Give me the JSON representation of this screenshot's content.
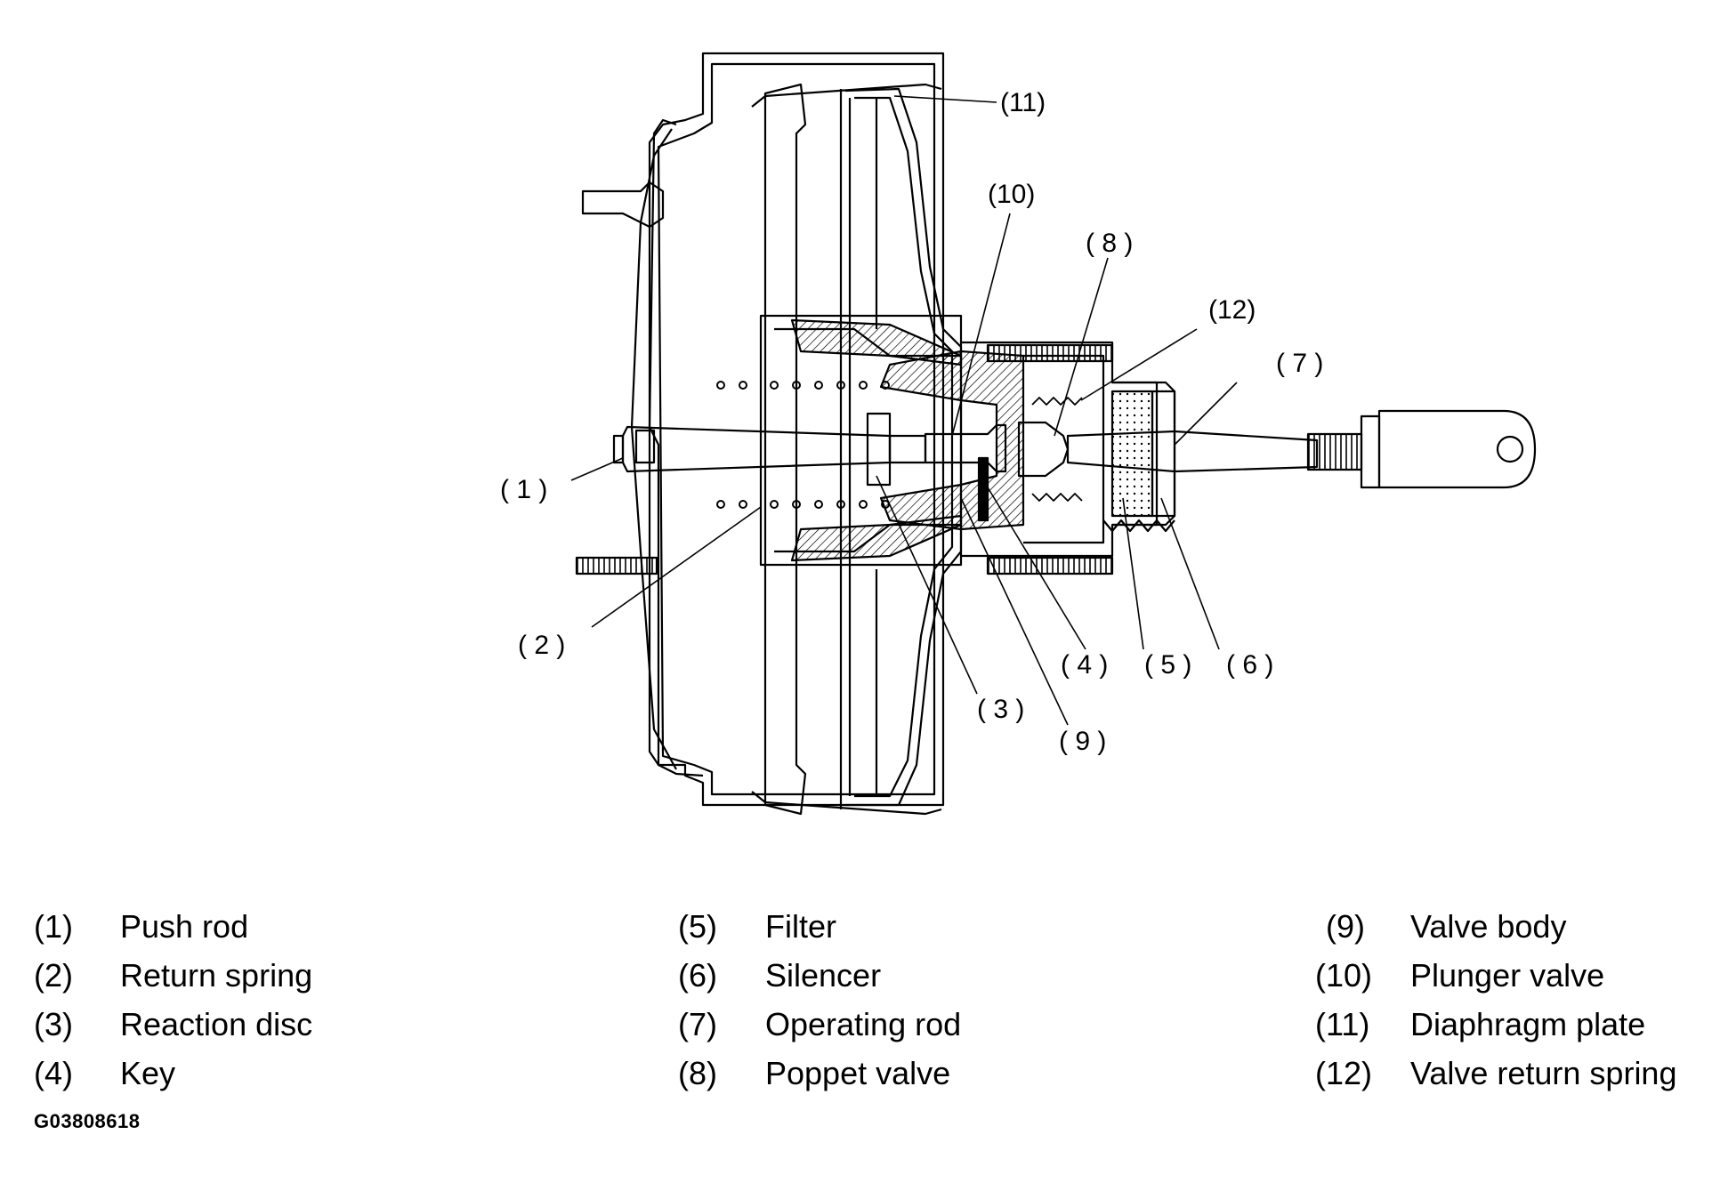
{
  "callouts": [
    "( 1 )",
    "( 2 )",
    "( 3 )",
    "( 4 )",
    "( 5 )",
    "( 6 )",
    "( 7 )",
    "( 8 )",
    "( 9 )",
    "(10)",
    "(11)",
    "(12)"
  ],
  "legend": [
    {
      "num": "(1)",
      "name": "Push rod"
    },
    {
      "num": "(2)",
      "name": "Return spring"
    },
    {
      "num": "(3)",
      "name": "Reaction disc"
    },
    {
      "num": "(4)",
      "name": "Key"
    },
    {
      "num": "(5)",
      "name": "Filter"
    },
    {
      "num": "(6)",
      "name": "Silencer"
    },
    {
      "num": "(7)",
      "name": "Operating rod"
    },
    {
      "num": "(8)",
      "name": "Poppet valve"
    },
    {
      "num": "(9)",
      "name": "Valve body"
    },
    {
      "num": "(10)",
      "name": "Plunger valve"
    },
    {
      "num": "(11)",
      "name": "Diaphragm plate"
    },
    {
      "num": "(12)",
      "name": "Valve return spring"
    }
  ],
  "figure_code": "G03808618"
}
